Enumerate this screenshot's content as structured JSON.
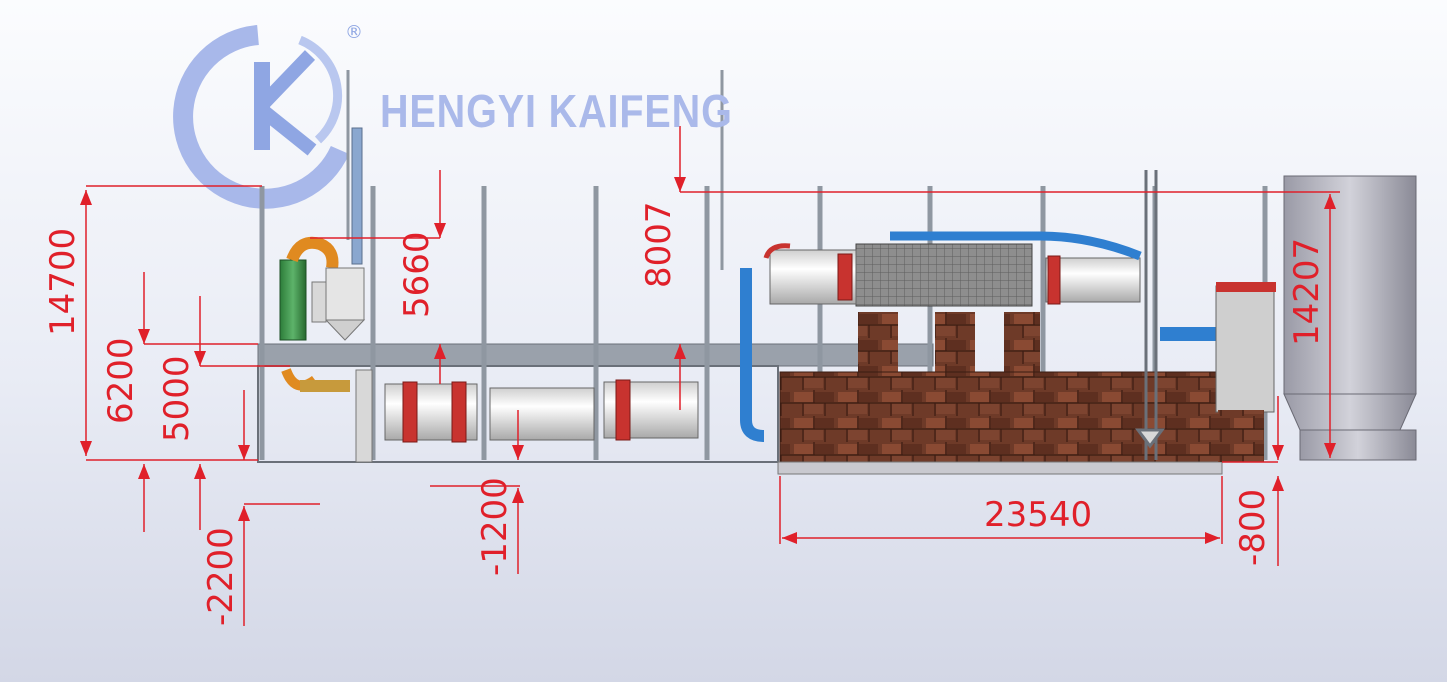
{
  "brand": {
    "name": "HENGYI KAIFENG",
    "registered_mark": "®"
  },
  "dimensions": {
    "overall_height_left": "14700",
    "platform_height": "6200",
    "dryer_level": "5000",
    "cyclone_offset": "5660",
    "chimney_offset": "8007",
    "floor_offset_left": "-2200",
    "floor_offset_mid": "-1200",
    "furnace_length": "23540",
    "furnace_pit": "-800",
    "overall_height_right": "14207"
  },
  "colors": {
    "dimension": "#e0202a",
    "steel": "#8f97a1",
    "brick": "#7a3c2a",
    "pipe_blue": "#2f7fd0",
    "silo": "#b8b8c4",
    "brand": "#aab9ea"
  }
}
